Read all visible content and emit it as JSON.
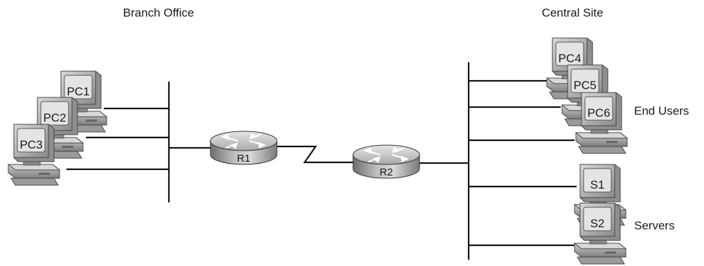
{
  "labels": {
    "branch_site": "Branch Office",
    "central_site": "Central Site",
    "end_users": "End Users",
    "servers": "Servers"
  },
  "routers": [
    {
      "id": "r1",
      "label": "R1"
    },
    {
      "id": "r2",
      "label": "R2"
    }
  ],
  "branch_pcs": [
    {
      "id": "pc1",
      "label": "PC1"
    },
    {
      "id": "pc2",
      "label": "PC2"
    },
    {
      "id": "pc3",
      "label": "PC3"
    }
  ],
  "central_pcs": [
    {
      "id": "pc4",
      "label": "PC4"
    },
    {
      "id": "pc5",
      "label": "PC5"
    },
    {
      "id": "pc6",
      "label": "PC6"
    }
  ],
  "servers": [
    {
      "id": "s1",
      "label": "S1"
    },
    {
      "id": "s2",
      "label": "S2"
    }
  ]
}
